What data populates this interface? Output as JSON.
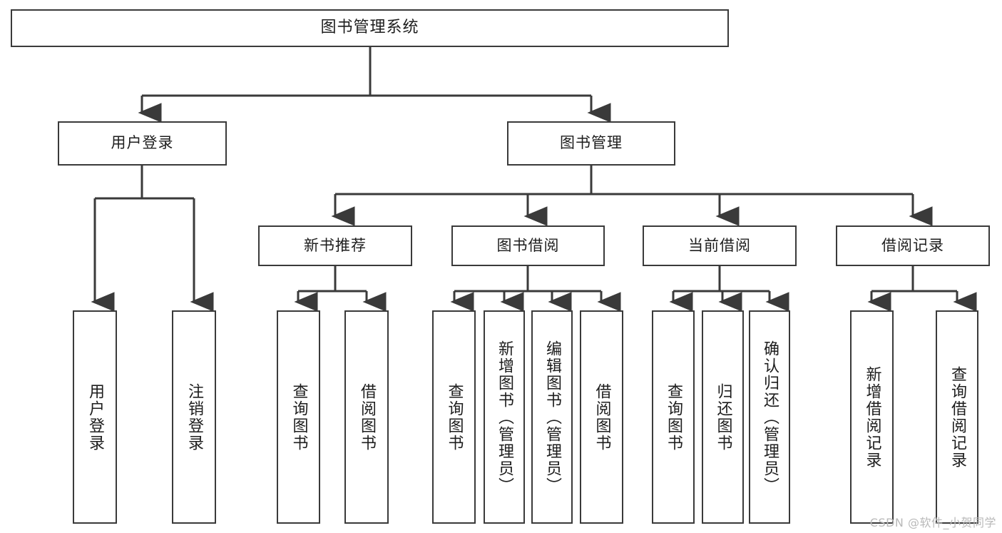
{
  "diagram": {
    "title": "图书管理系统",
    "type": "hierarchy-tree",
    "root": {
      "id": "root",
      "label": "图书管理系统"
    },
    "level2": [
      {
        "id": "user-login",
        "label": "用户登录"
      },
      {
        "id": "book-management",
        "label": "图书管理"
      }
    ],
    "level3": [
      {
        "id": "new-book-recommend",
        "label": "新书推荐"
      },
      {
        "id": "book-borrow",
        "label": "图书借阅"
      },
      {
        "id": "current-borrow",
        "label": "当前借阅"
      },
      {
        "id": "borrow-record",
        "label": "借阅记录"
      }
    ],
    "leaves": [
      {
        "id": "leaf-user-login",
        "label": "用户登录",
        "parent": "user-login"
      },
      {
        "id": "leaf-logout",
        "label": "注销登录",
        "parent": "user-login"
      },
      {
        "id": "leaf-query-book-1",
        "label": "查询图书",
        "parent": "new-book-recommend"
      },
      {
        "id": "leaf-borrow-book-1",
        "label": "借阅图书",
        "parent": "new-book-recommend"
      },
      {
        "id": "leaf-query-book-2",
        "label": "查询图书",
        "parent": "book-borrow"
      },
      {
        "id": "leaf-add-book",
        "label": "新增图书（管理员）",
        "parent": "book-borrow"
      },
      {
        "id": "leaf-edit-book",
        "label": "编辑图书（管理员）",
        "parent": "book-borrow"
      },
      {
        "id": "leaf-borrow-book-2",
        "label": "借阅图书",
        "parent": "book-borrow"
      },
      {
        "id": "leaf-query-book-3",
        "label": "查询图书",
        "parent": "current-borrow"
      },
      {
        "id": "leaf-return-book",
        "label": "归还图书",
        "parent": "current-borrow"
      },
      {
        "id": "leaf-confirm-return",
        "label": "确认归还（管理员）",
        "parent": "current-borrow"
      },
      {
        "id": "leaf-add-record",
        "label": "新增借阅记录",
        "parent": "borrow-record"
      },
      {
        "id": "leaf-query-record",
        "label": "查询借阅记录",
        "parent": "borrow-record"
      }
    ],
    "colors": {
      "box_border": "#3a3a3a",
      "connector": "#3a3a3a",
      "background": "#ffffff",
      "text": "#1d1d1d",
      "watermark": "#b9b9b9"
    }
  },
  "watermark": {
    "text": "CSDN @软件_小贺同学"
  }
}
